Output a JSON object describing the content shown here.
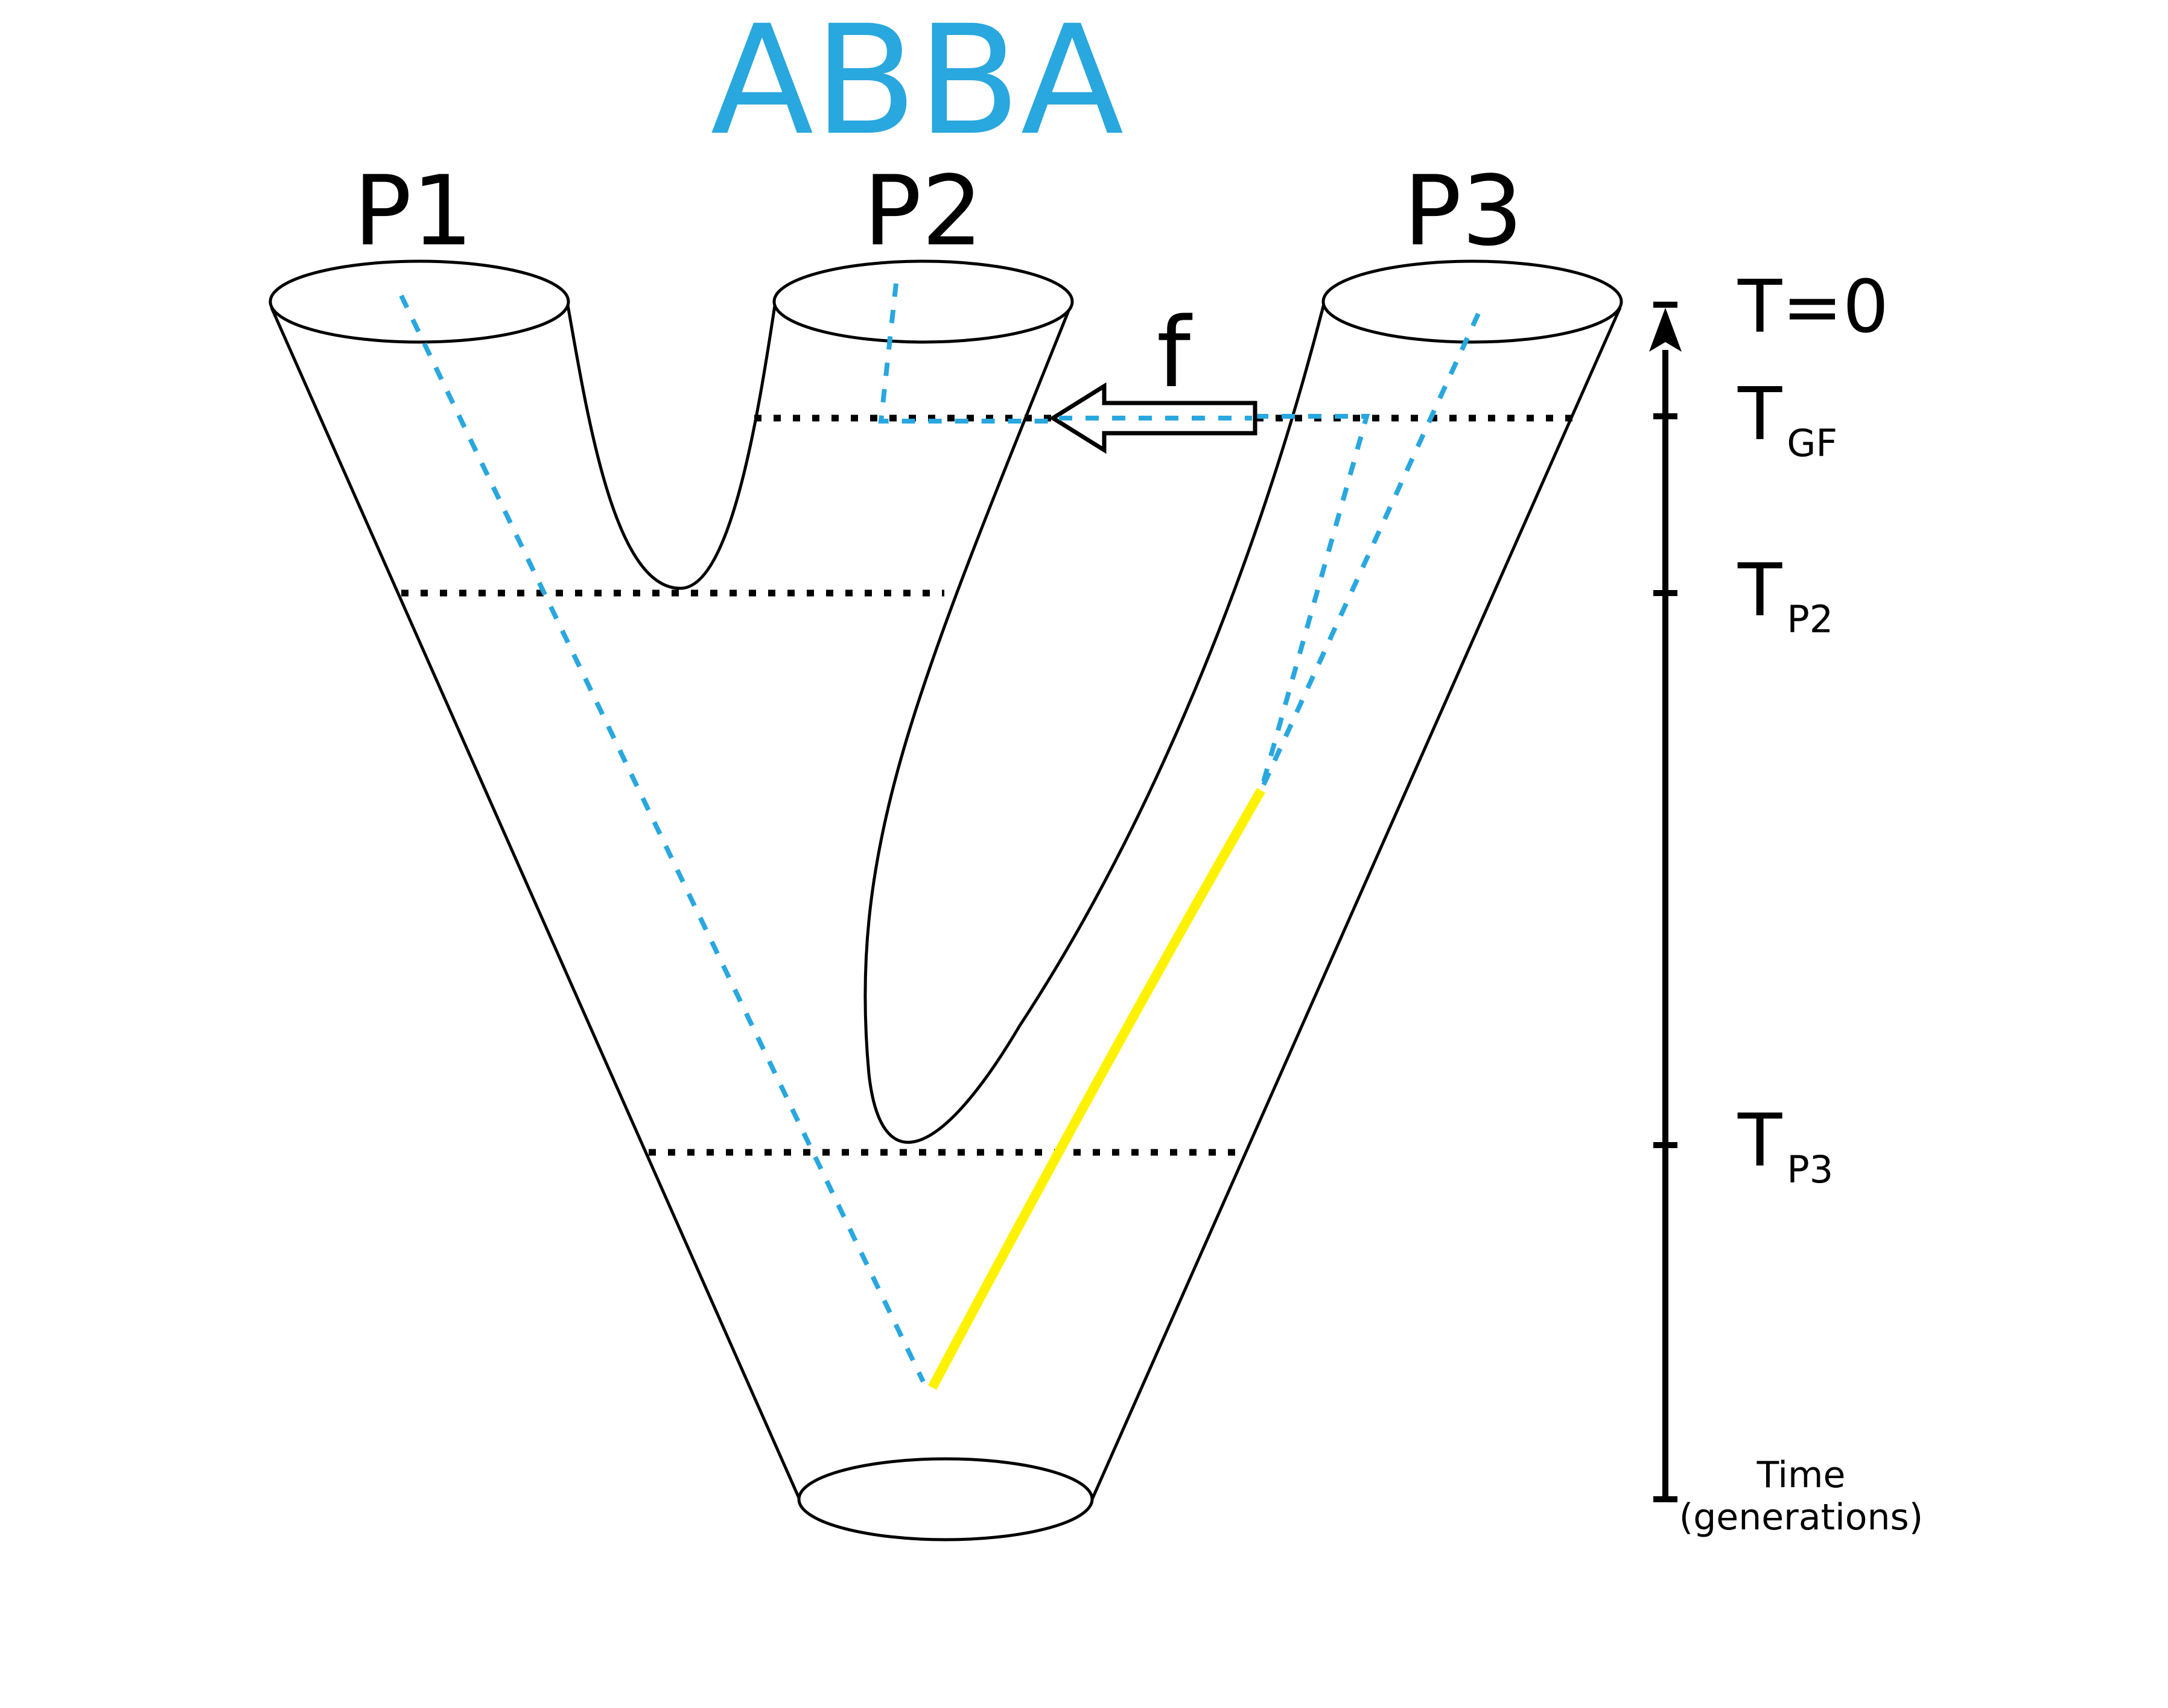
{
  "title": "ABBA",
  "populations": [
    {
      "id": "p1",
      "label": "P1"
    },
    {
      "id": "p2",
      "label": "P2"
    },
    {
      "id": "p3",
      "label": "P3"
    }
  ],
  "gene_flow_label": "f",
  "time_axis": {
    "caption_line1": "Time",
    "caption_line2": "(generations)",
    "ticks": [
      {
        "id": "t0",
        "main": "T=0",
        "sub": ""
      },
      {
        "id": "tgf",
        "main": "T",
        "sub": "GF"
      },
      {
        "id": "tp2",
        "main": "T",
        "sub": "P2"
      },
      {
        "id": "tp3",
        "main": "T",
        "sub": "P3"
      }
    ]
  },
  "colors": {
    "title": "#29a7df",
    "lineage": "#29a7df",
    "derived_branch": "#fff200",
    "outline": "#000000"
  }
}
